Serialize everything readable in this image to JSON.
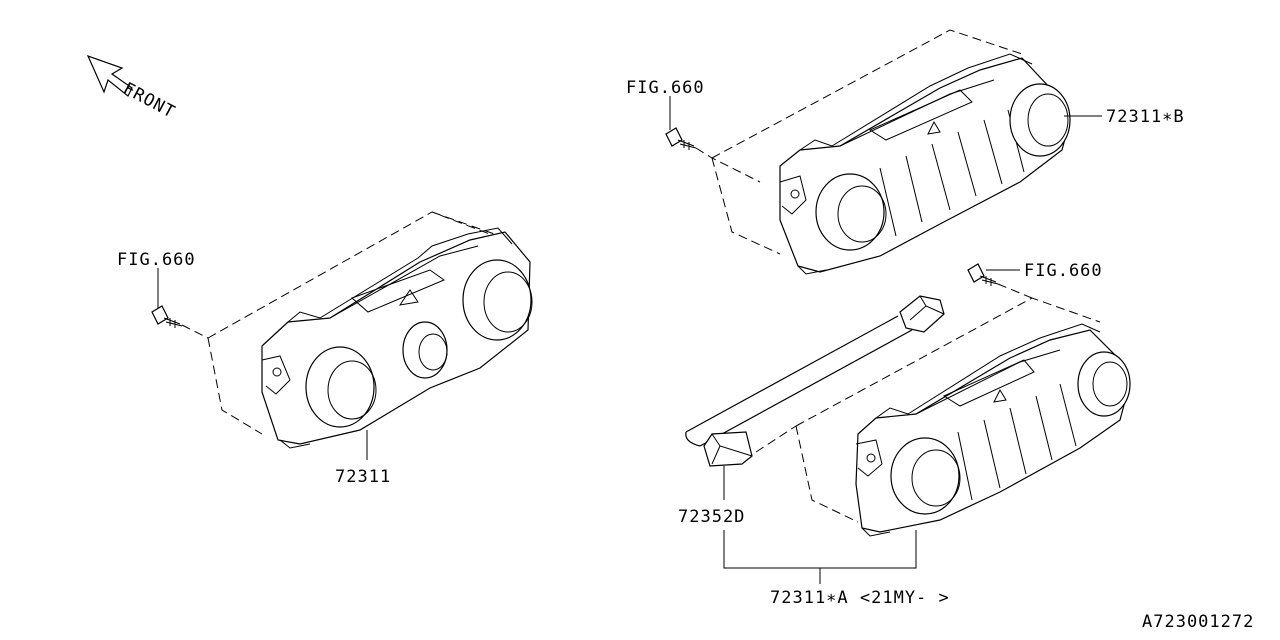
{
  "labels": {
    "front": "FRONT",
    "fig_top": "FIG.660",
    "part_b": "72311∗B",
    "fig_left": "FIG.660",
    "part_main": "72311",
    "fig_right": "FIG.660",
    "part_cable": "72352D",
    "part_a": "72311∗A <21MY- >",
    "diagram_id": "A723001272"
  }
}
